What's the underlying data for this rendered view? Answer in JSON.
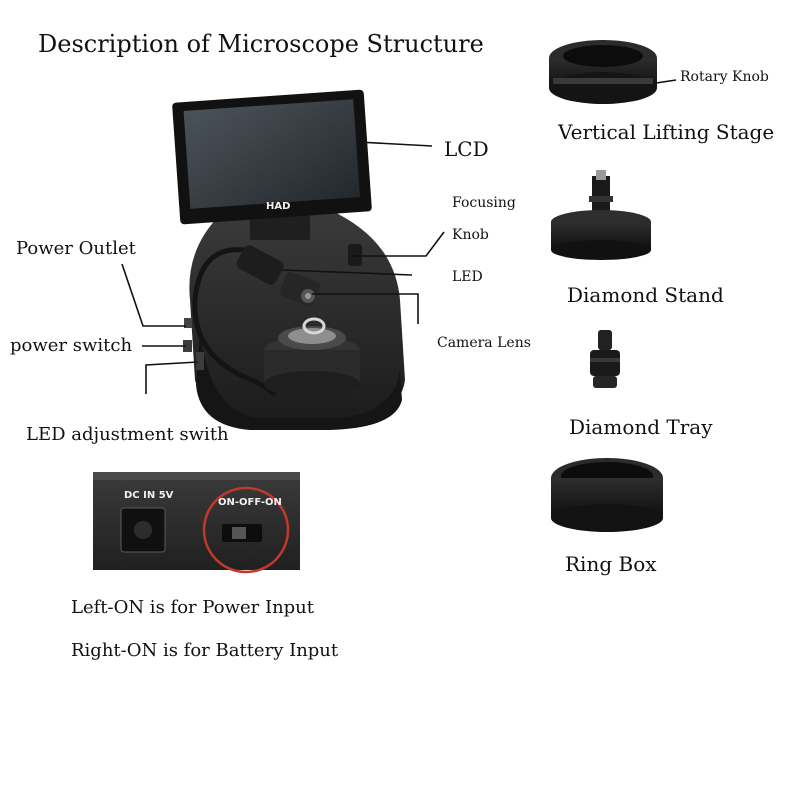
{
  "title": "Description of Microscope Structure",
  "device": {
    "screen_brand": "HAD",
    "callouts": {
      "lcd": "LCD",
      "focusing_knob_line1": "Focusing",
      "focusing_knob_line2": "Knob",
      "led": "LED",
      "camera_lens": "Camera Lens",
      "power_outlet": "Power Outlet",
      "power_switch": "power switch",
      "led_adjustment": "LED adjustment swith"
    }
  },
  "panel": {
    "dc_label": "DC IN 5V",
    "switch_label": "ON-OFF-ON",
    "notes": [
      "Left-ON is for Power Input",
      "Right-ON is for Battery Input"
    ]
  },
  "accessories": [
    {
      "name": "Vertical Lifting Stage",
      "sub_label": "Rotary Knob"
    },
    {
      "name": "Diamond Stand"
    },
    {
      "name": "Diamond Tray"
    },
    {
      "name": "Ring Box"
    }
  ],
  "colors": {
    "device_body": "#2a2a2a",
    "screen": "#3a3f44",
    "switch_ring": "#c0392b"
  }
}
